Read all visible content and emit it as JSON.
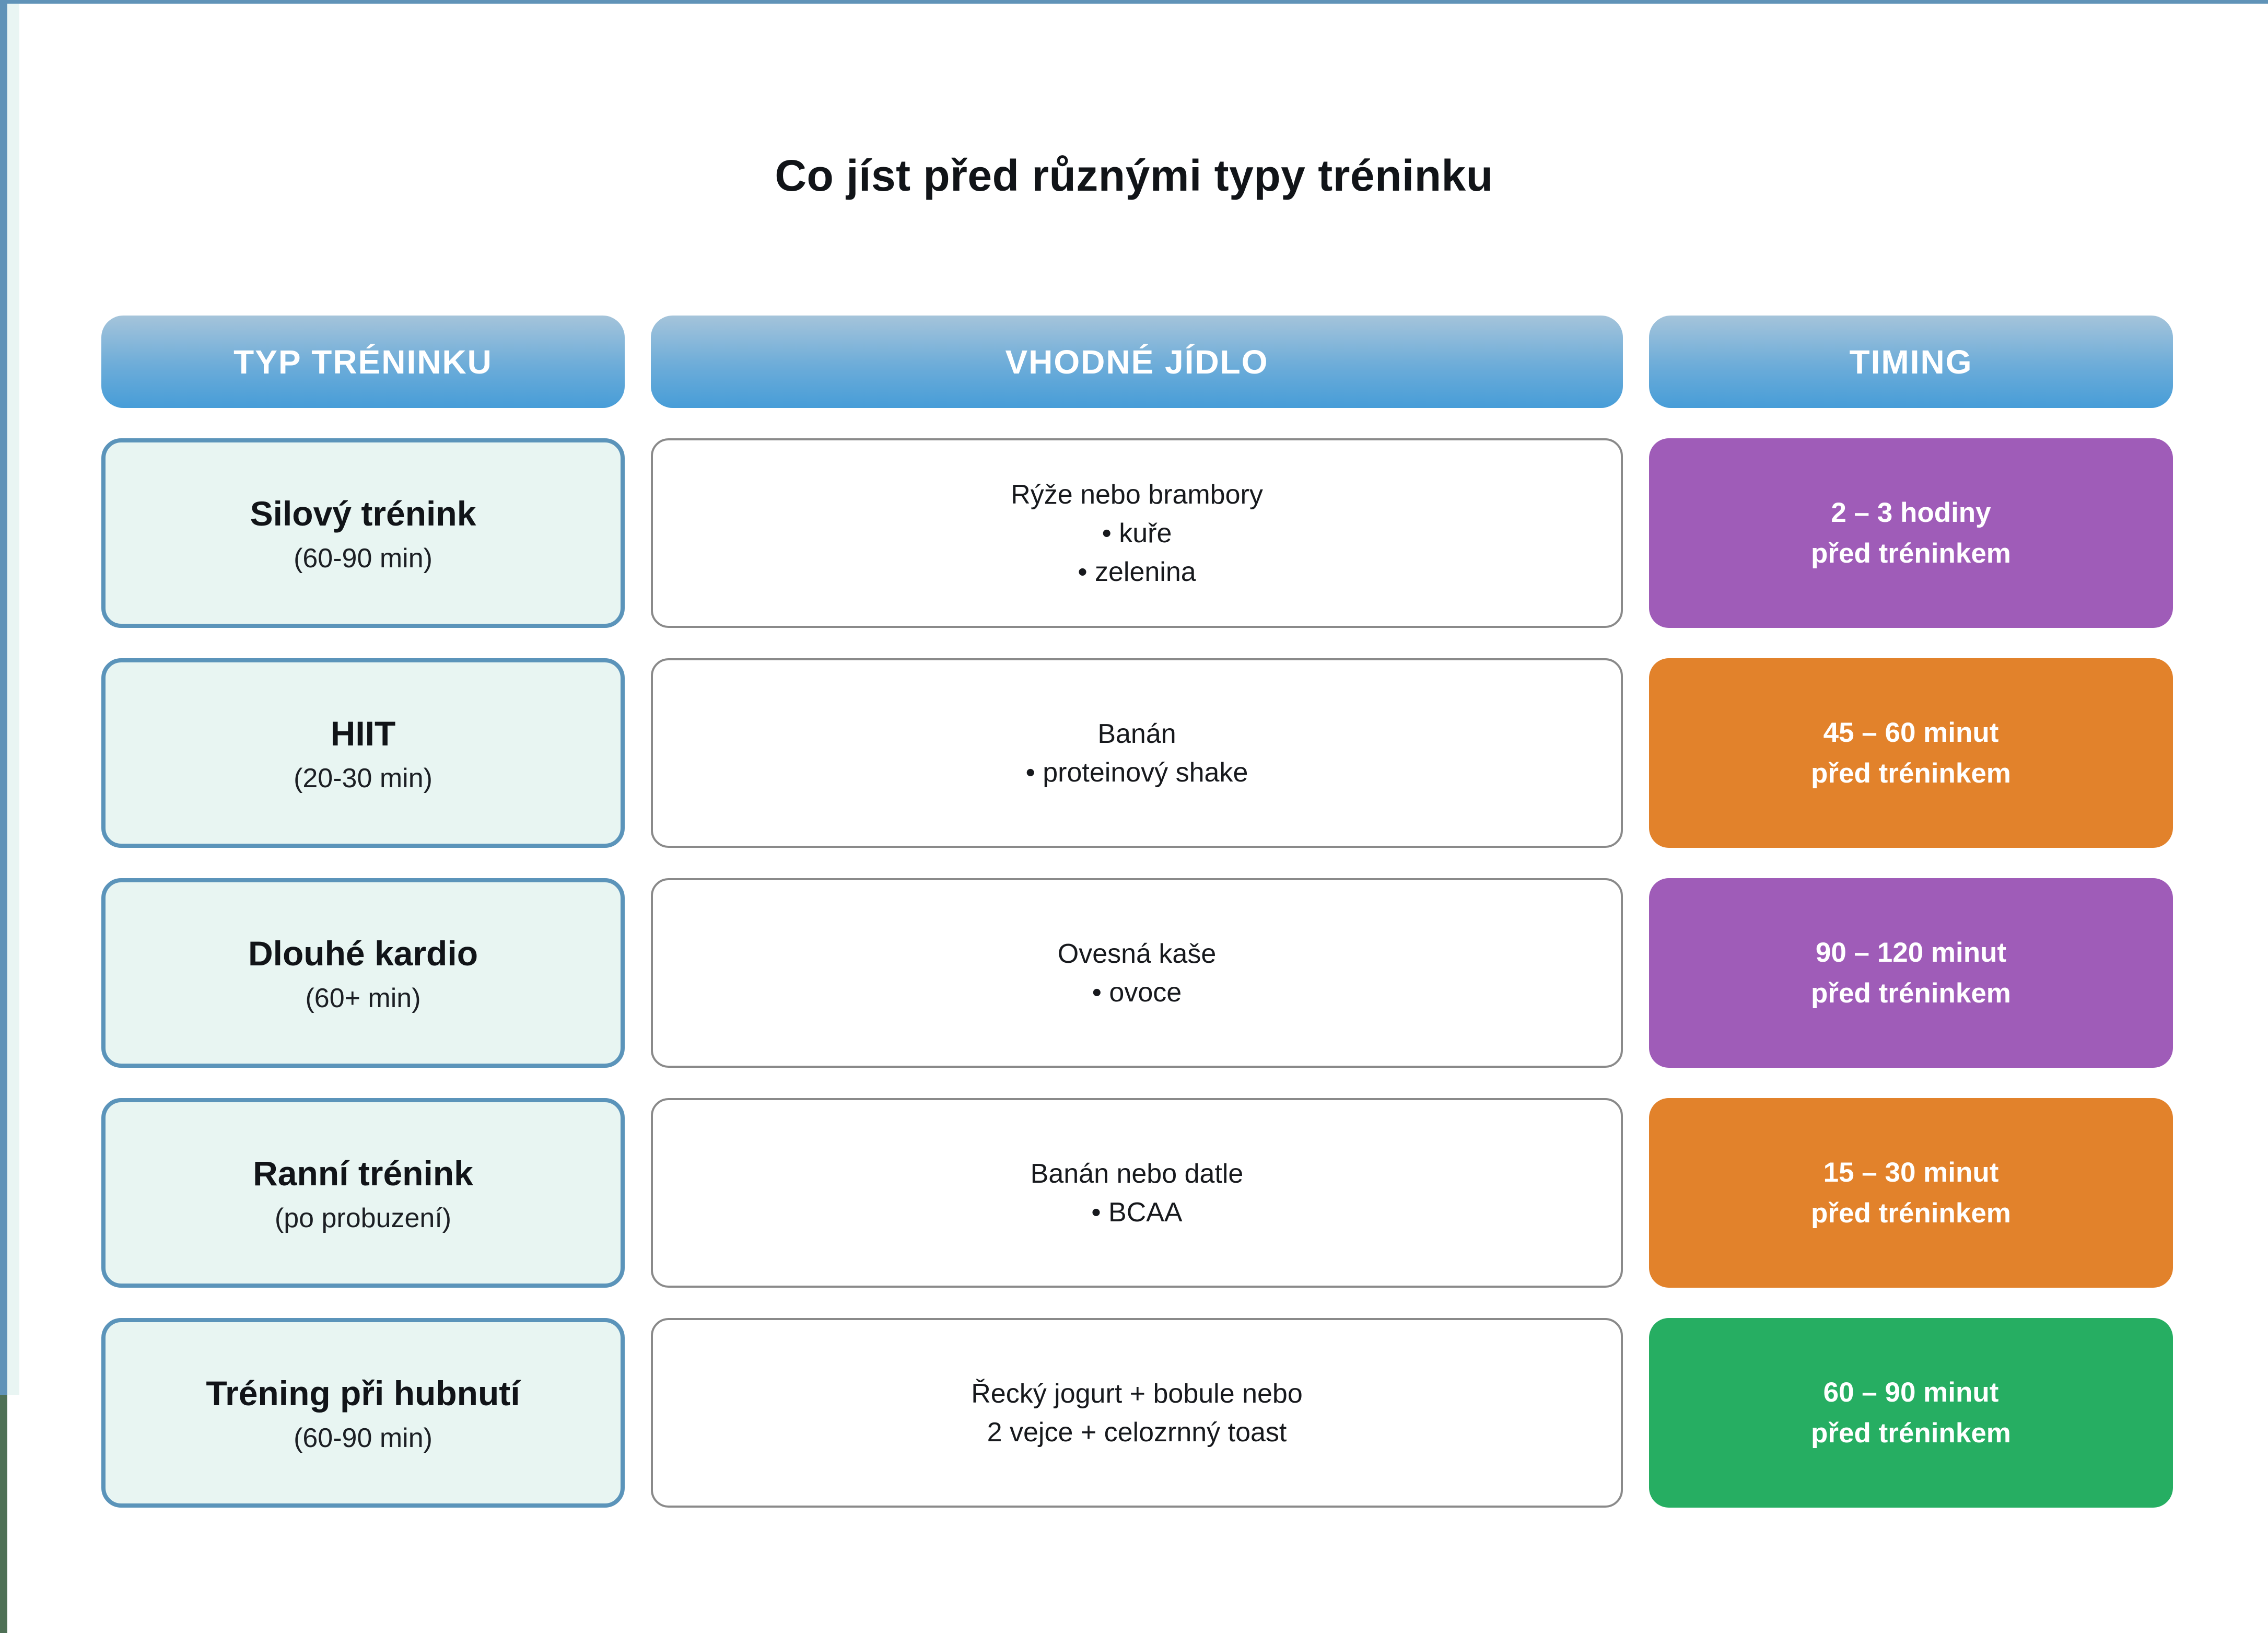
{
  "page": {
    "title": "Co jíst před různými typy tréninku"
  },
  "colors": {
    "header_gradient_top": "#a5c4da",
    "header_gradient_bottom": "#479dd8",
    "type_cell_bg": "#e8f5f2",
    "type_cell_border": "#5b94ba",
    "food_cell_border": "#8a8a8a",
    "purple": "#9f5cb8",
    "orange": "#e2822b",
    "green": "#26ae62",
    "edge_blue": "#6093b8",
    "edge_mint": "#e9f5f3",
    "edge_green": "#4e7055"
  },
  "table": {
    "headers": [
      {
        "label": "TYP TRÉNINKU"
      },
      {
        "label": "VHODNÉ JÍDLO"
      },
      {
        "label": "TIMING"
      }
    ],
    "rows": [
      {
        "type_name": "Silový trénink",
        "type_detail": "(60-90 min)",
        "food_lines": [
          "Rýže nebo brambory",
          "•  kuře",
          "•  zelenina"
        ],
        "timing_line1": "2 – 3 hodiny",
        "timing_line2": "před tréninkem",
        "timing_color": "purple"
      },
      {
        "type_name": "HIIT",
        "type_detail": "(20-30 min)",
        "food_lines": [
          "Banán",
          "•  proteinový shake"
        ],
        "timing_line1": "45 – 60 minut",
        "timing_line2": "před tréninkem",
        "timing_color": "orange"
      },
      {
        "type_name": "Dlouhé kardio",
        "type_detail": "(60+ min)",
        "food_lines": [
          "Ovesná kaše",
          "•  ovoce"
        ],
        "timing_line1": "90 – 120 minut",
        "timing_line2": "před tréninkem",
        "timing_color": "purple"
      },
      {
        "type_name": "Ranní trénink",
        "type_detail": "(po probuzení)",
        "food_lines": [
          "Banán nebo datle",
          "•  BCAA"
        ],
        "timing_line1": "15 – 30 minut",
        "timing_line2": "před tréninkem",
        "timing_color": "orange"
      },
      {
        "type_name": "Tréning při hubnutí",
        "type_detail": "(60-90 min)",
        "food_lines": [
          "Řecký jogurt + bobule nebo",
          "2 vejce + celozrnný toast"
        ],
        "timing_line1": "60 – 90 minut",
        "timing_line2": "před tréninkem",
        "timing_color": "green"
      }
    ]
  }
}
